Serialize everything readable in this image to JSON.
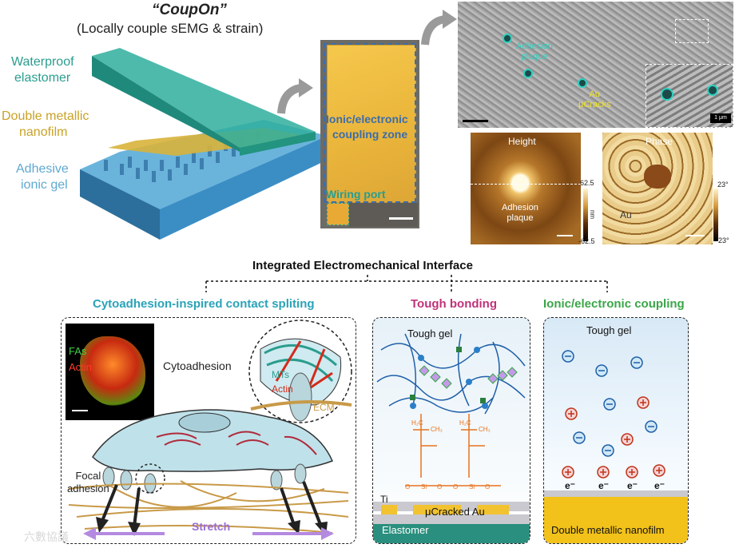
{
  "header": {
    "title": "“CoupOn”",
    "subtitle": "(Locally couple sEMG & strain)"
  },
  "layers": {
    "waterproof_line1": "Waterproof",
    "waterproof_line2": "elastomer",
    "metal_line1": "Double metallic",
    "metal_line2": "nanofilm",
    "gel_line1": "Adhesive",
    "gel_line2": "ionic gel"
  },
  "photo": {
    "zone_line1": "Ionic/electronic",
    "zone_line2": "coupling zone",
    "wiring_port": "Wiring port"
  },
  "sem": {
    "plaque_line1": "Adhesion",
    "plaque_line2": "plaque",
    "crack_line1": "Au",
    "crack_line2": "μCracks",
    "inset_scale": "1 μm"
  },
  "afm": {
    "height_title": "Height",
    "height_max": "62.5",
    "height_min": "-62.5",
    "height_unit": "nm",
    "plaque_line1": "Adhesion",
    "plaque_line2": "plaque",
    "phase_title": "Phase",
    "phase_max": "23°",
    "phase_min": "-23°",
    "au_label": "Au"
  },
  "interface": {
    "title": "Integrated Electromechanical Interface"
  },
  "panel1": {
    "title": "Cytoadhesion-inspired contact spliting",
    "fas": "FAs",
    "actin": "Actin",
    "cytoadhesion": "Cytoadhesion",
    "mts": "MTs",
    "actin2": "Actin",
    "ecm": "ECM",
    "focal_line1": "Focal",
    "focal_line2": "adhesion",
    "stretch": "Stretch"
  },
  "panel2": {
    "title": "Tough bonding",
    "tough_gel": "Tough gel",
    "ti": "Ti",
    "cracked_au": "μCracked Au",
    "elastomer": "Elastomer"
  },
  "panel3": {
    "title": "Ionic/electronic coupling",
    "tough_gel": "Tough gel",
    "electron": "e⁻",
    "nanofilm": "Double metallic nanofilm"
  },
  "watermark": "六數協議",
  "colors": {
    "teal": "#2a9d8f",
    "gold": "#c9a227",
    "blue": "#5fa9d0",
    "magenta": "#c0327a",
    "green": "#3aa648",
    "orange": "#e8731e",
    "purple": "#b48ae0"
  }
}
